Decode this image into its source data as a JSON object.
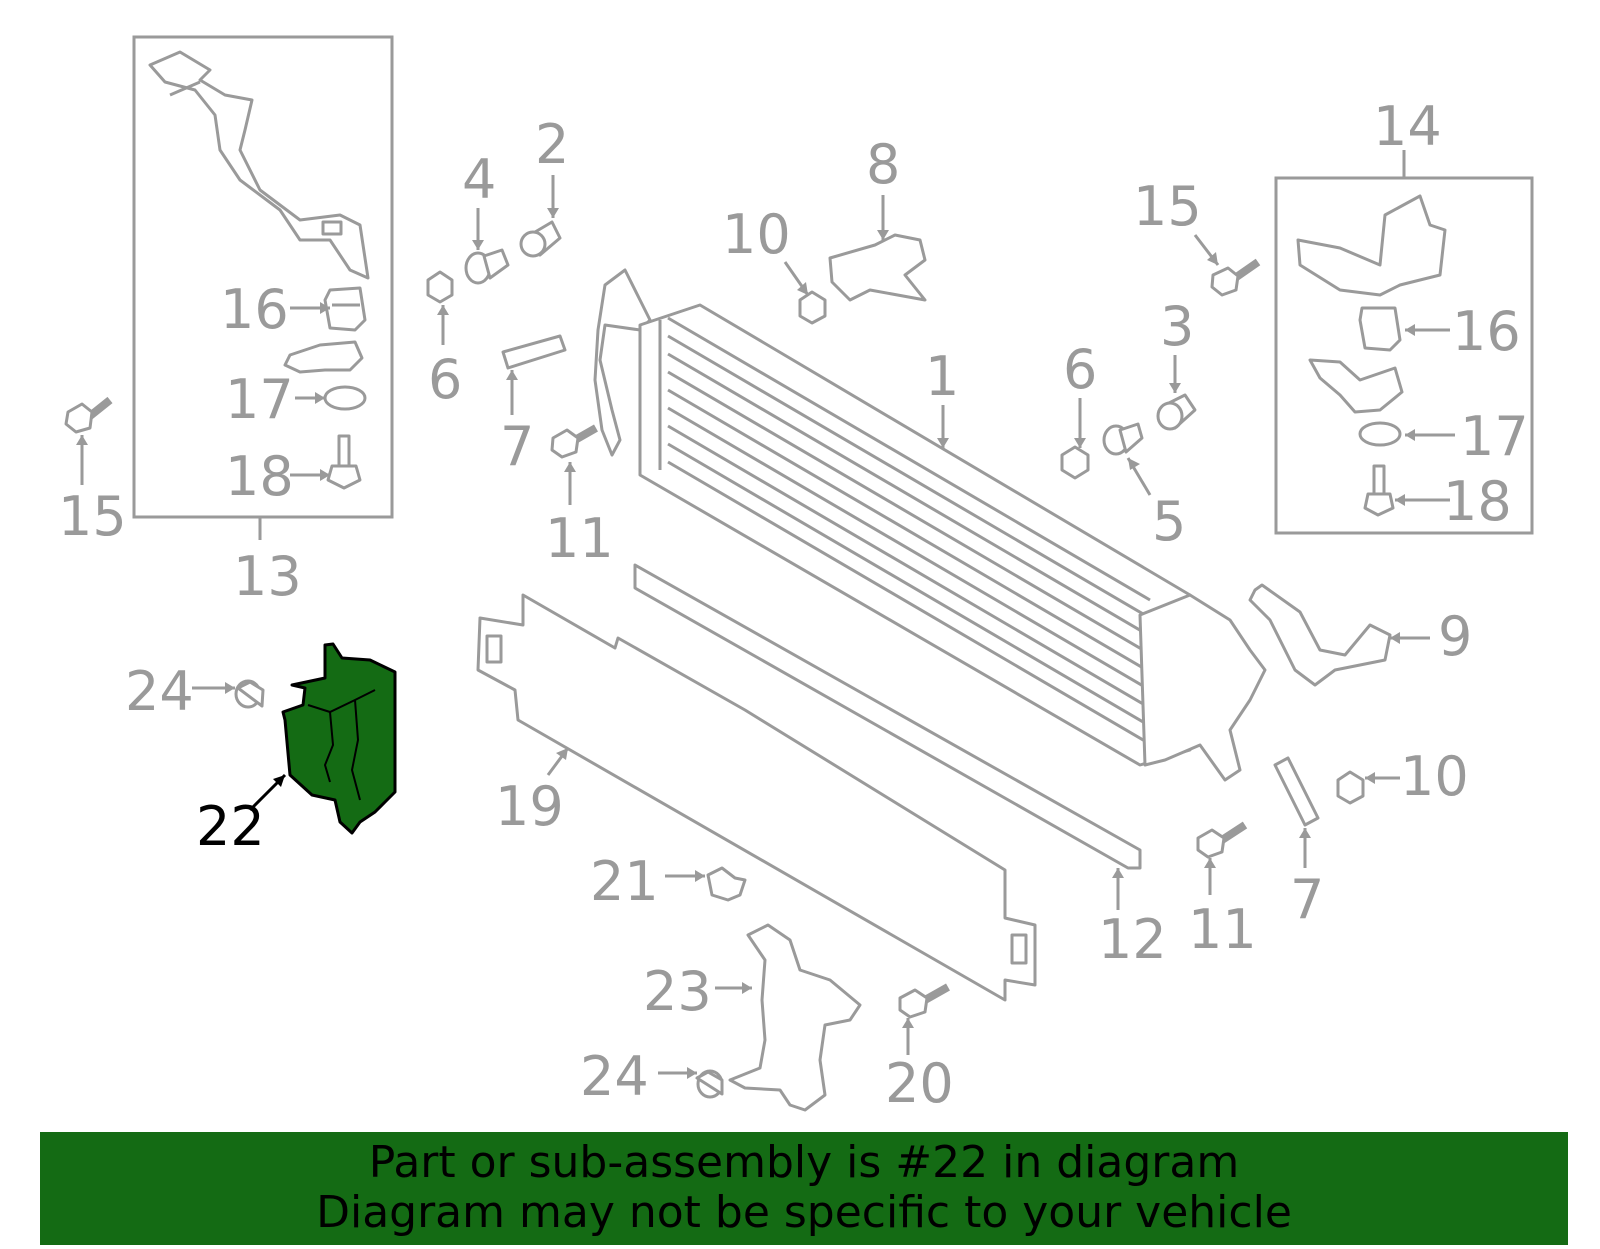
{
  "colors": {
    "highlight": "#146b14",
    "line_gray": "#9a9a9a",
    "highlight_label": "#000000"
  },
  "callouts": [
    {
      "id": "c13",
      "text": "13"
    },
    {
      "id": "c14",
      "text": "14"
    },
    {
      "id": "c15a",
      "text": "15"
    },
    {
      "id": "c15b",
      "text": "15"
    },
    {
      "id": "c16a",
      "text": "16"
    },
    {
      "id": "c16b",
      "text": "16"
    },
    {
      "id": "c17a",
      "text": "17"
    },
    {
      "id": "c17b",
      "text": "17"
    },
    {
      "id": "c18a",
      "text": "18"
    },
    {
      "id": "c18b",
      "text": "18"
    },
    {
      "id": "c1",
      "text": "1"
    },
    {
      "id": "c2",
      "text": "2"
    },
    {
      "id": "c3",
      "text": "3"
    },
    {
      "id": "c4",
      "text": "4"
    },
    {
      "id": "c5",
      "text": "5"
    },
    {
      "id": "c6a",
      "text": "6"
    },
    {
      "id": "c6b",
      "text": "6"
    },
    {
      "id": "c7a",
      "text": "7"
    },
    {
      "id": "c7b",
      "text": "7"
    },
    {
      "id": "c8",
      "text": "8"
    },
    {
      "id": "c9",
      "text": "9"
    },
    {
      "id": "c10a",
      "text": "10"
    },
    {
      "id": "c10b",
      "text": "10"
    },
    {
      "id": "c11a",
      "text": "11"
    },
    {
      "id": "c11b",
      "text": "11"
    },
    {
      "id": "c12",
      "text": "12"
    },
    {
      "id": "c19",
      "text": "19"
    },
    {
      "id": "c20",
      "text": "20"
    },
    {
      "id": "c21",
      "text": "21"
    },
    {
      "id": "c22",
      "text": "22"
    },
    {
      "id": "c23",
      "text": "23"
    },
    {
      "id": "c24a",
      "text": "24"
    },
    {
      "id": "c24b",
      "text": "24"
    }
  ],
  "highlighted_part": "22",
  "banner": {
    "line1": "Part or sub-assembly is #22 in diagram",
    "line2": "Diagram may not be specific to your vehicle"
  }
}
